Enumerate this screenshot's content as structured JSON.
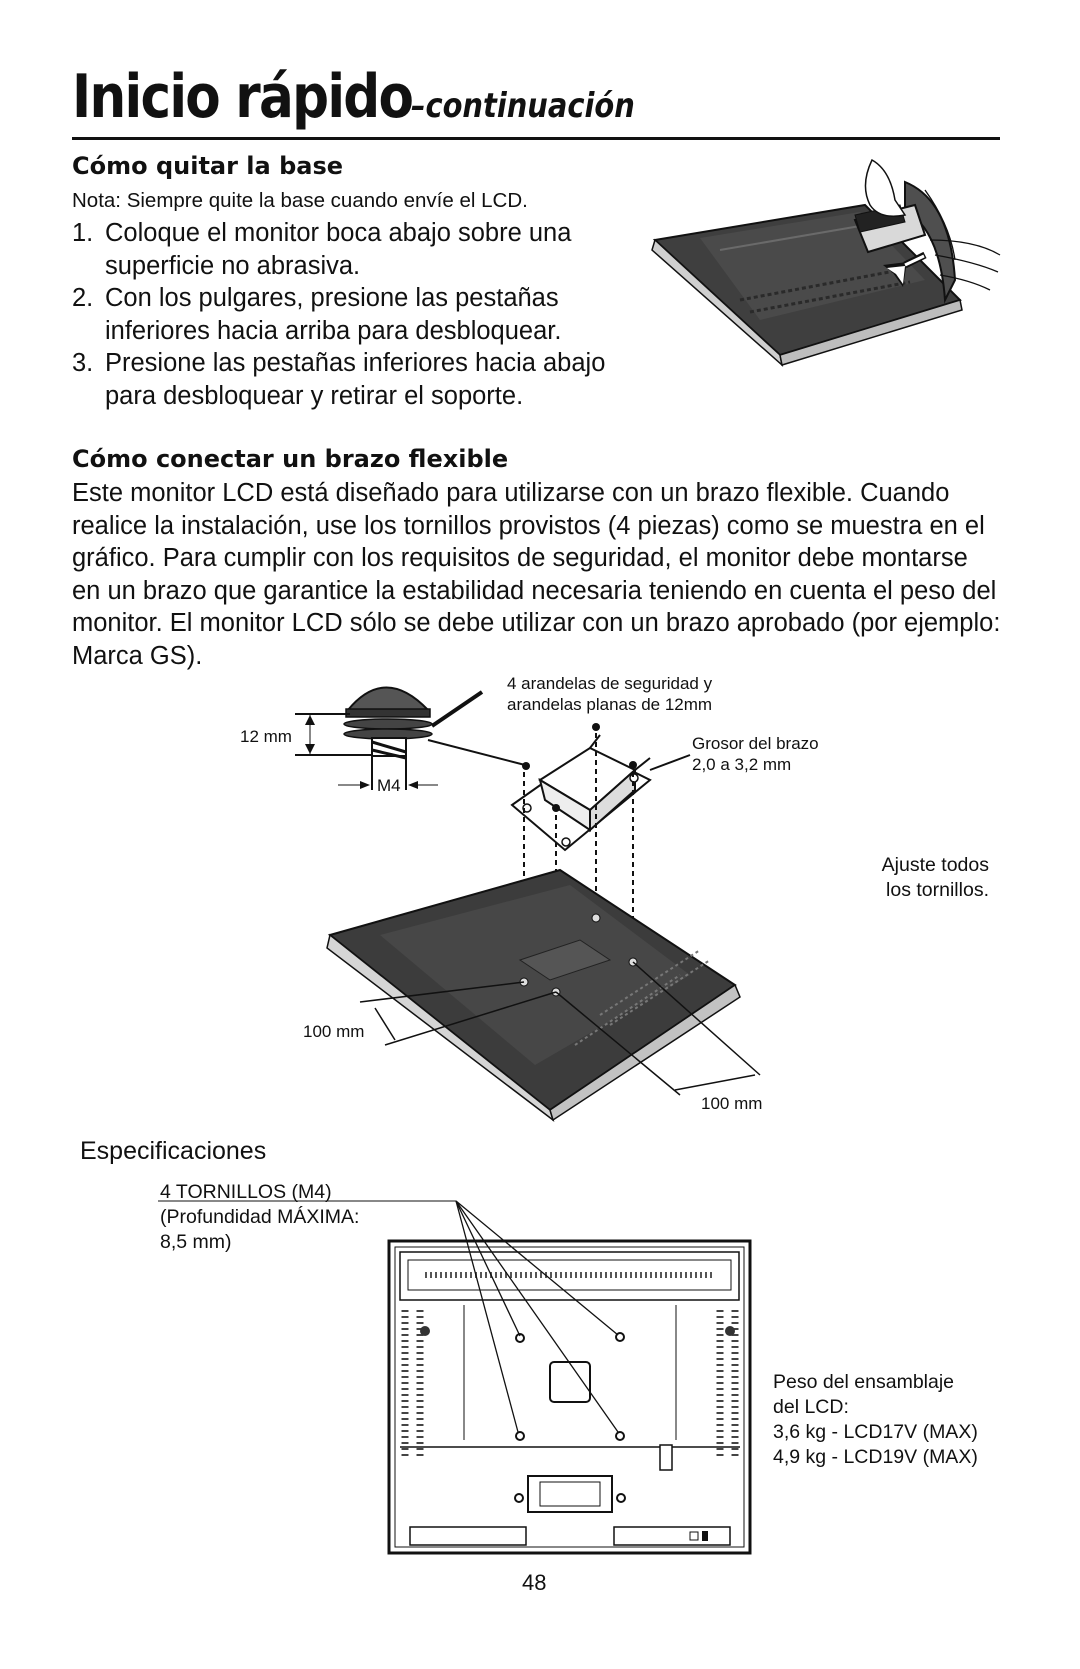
{
  "header": {
    "title": "Inicio rápido",
    "subtitle": "–continuación"
  },
  "remove_base": {
    "heading": "Cómo quitar la base",
    "note": "Nota: Siempre quite la base cuando envíe el LCD.",
    "steps": [
      {
        "num": "1.",
        "text": "Coloque el monitor boca abajo sobre una superficie no abrasiva."
      },
      {
        "num": "2.",
        "text": "Con los pulgares, presione las pestañas inferiores hacia arriba para desbloquear."
      },
      {
        "num": "3.",
        "text": "Presione las pestañas inferiores hacia abajo para desbloquear y retirar el soporte."
      }
    ]
  },
  "flex_arm": {
    "heading": "Cómo conectar un brazo flexible",
    "paragraph": "Este monitor LCD está diseñado para utilizarse con un brazo flexible. Cuando realice la instalación, use los tornillos provistos (4 piezas) como se muestra en el gráfico. Para cumplir con los requisitos de seguridad, el monitor debe montarse en un brazo que garantice la estabilidad necesaria teniendo en cuenta el peso del monitor. El monitor LCD sólo se debe utilizar con un brazo aprobado (por ejemplo: Marca GS)."
  },
  "diagram_arm": {
    "washers_line1": "4 arandelas de seguridad y",
    "washers_line2": "arandelas planas de 12mm",
    "dim_12mm": "12 mm",
    "m4": "M4",
    "arm_thickness_line1": "Grosor del brazo",
    "arm_thickness_line2": "2,0 a 3,2 mm",
    "tighten_line1": "Ajuste todos",
    "tighten_line2": "los tornillos.",
    "dim_100_left": "100 mm",
    "dim_100_right": "100 mm"
  },
  "specs": {
    "heading": "Especificaciones",
    "screws_line1": "4 TORNILLOS (M4)",
    "screws_line2": "(Profundidad MÁXIMA:",
    "screws_line3": "8,5 mm)",
    "weight_line1": "Peso del ensamblaje",
    "weight_line2": "del LCD:",
    "weight_line3": "3,6 kg - LCD17V (MAX)",
    "weight_line4": "4,9 kg - LCD19V (MAX)"
  },
  "page_number": "48"
}
